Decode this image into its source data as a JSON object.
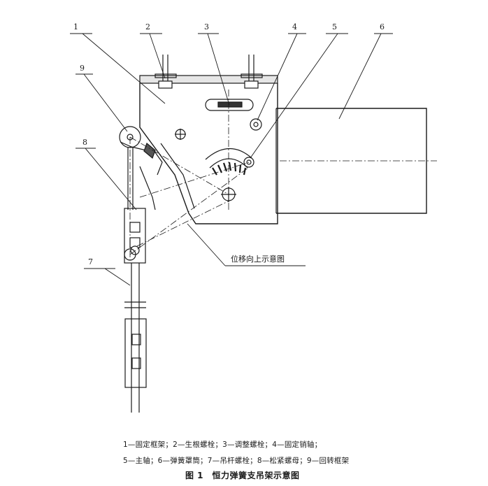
{
  "figure": {
    "callouts": [
      "1",
      "2",
      "3",
      "4",
      "5",
      "6",
      "9",
      "8",
      "7"
    ],
    "annotation": "位移向上示意图"
  },
  "legend": {
    "line1": "1—固定框架；2—生根螺栓；3—调整螺栓；4—固定销轴；",
    "line2": "5—主轴；6—弹簧罩筒；7—吊杆螺栓；8—松紧螺母；9—回转框架"
  },
  "caption": "图 1　恒力弹簧支吊架示意图",
  "colors": {
    "ink": "#1a1a1a",
    "paper": "#ffffff"
  }
}
